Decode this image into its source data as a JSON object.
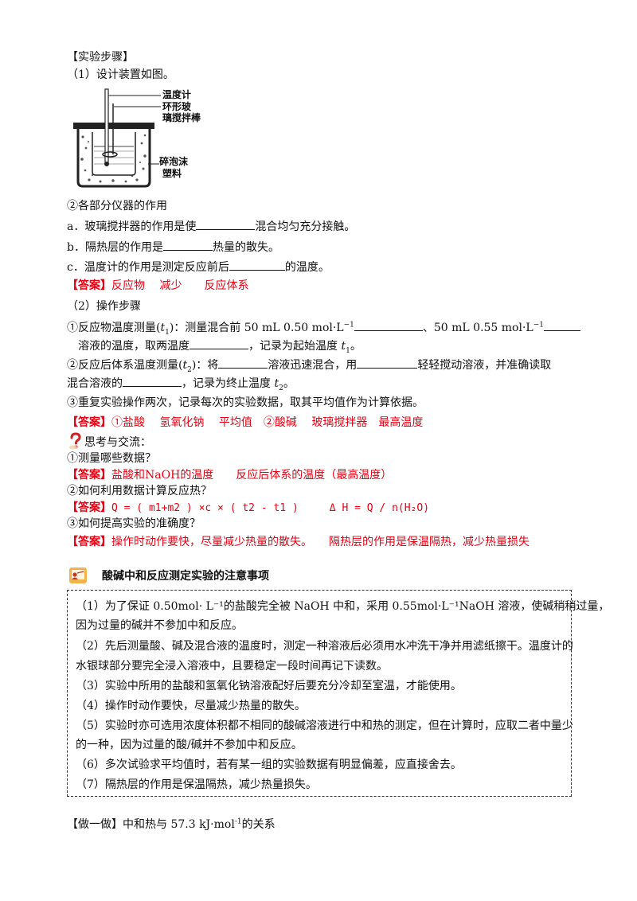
{
  "steps_header": "【实验步骤】",
  "step1_title": "（1）设计装置如图。",
  "diagram": {
    "label_thermometer": "温度计",
    "label_stirrer_1": "环形玻",
    "label_stirrer_2": "璃搅拌棒",
    "label_foam_1": "碎泡沫",
    "label_foam_2": "塑料"
  },
  "role_title": "②各部分仪器的作用",
  "role_a_pre": "a．玻璃搅拌器的作用是使",
  "role_a_post": "混合均匀充分接触。",
  "role_b_pre": "b．隔热层的作用是",
  "role_b_post": "热量的散失。",
  "role_c_pre": "c．温度计的作用是测定反应前后",
  "role_c_post": "的温度。",
  "answer1_tag": "【答案】",
  "answer1_text": "反应物　 减少　　反应体系",
  "step2_title": "（2）操作步骤",
  "op1_pre": "①反应物温度测量(",
  "op1_t": "t",
  "op1_t_sub": "1",
  "op1_mid": ")：测量混合前 50 mL 0.50 mol·L",
  "op1_sup": "−1",
  "op1_mid2": "、50 mL 0.55 mol·L",
  "op1_sup2": "−1",
  "op1_line2_pre": "溶液的温度，取两温度",
  "op1_line2_post": "，记录为起始温度 ",
  "op1_line2_t": "t",
  "op1_line2_sub": "1",
  "op1_line2_end": "。",
  "op2_pre": "②反应后体系温度测量(",
  "op2_t": "t",
  "op2_sub": "2",
  "op2_mid": ")：将",
  "op2_mid2": "溶液迅速混合，用",
  "op2_end": "轻轻搅动溶液，并准确读取",
  "op2_line2_pre": "混合溶液的",
  "op2_line2_post": "，记录为终止温度 ",
  "op2_line2_t": "t",
  "op2_line2_sub": "2",
  "op2_line2_end": "。",
  "op3": "③重复实验操作两次，记录每次的实验数据，取其平均值作为计算依据。",
  "answer2_tag": "【答案】",
  "answer2_text": "①盐酸　 氢氧化钠　 平均值　②酸碱　 玻璃搅拌器　最高温度",
  "think_icon": "question-mark-icon",
  "think_title": "思考与交流：",
  "q1": "①测量哪些数据？",
  "answer3_tag": "【答案】",
  "answer3_text": "盐酸和NaOH的温度　　反应后体系的温度（最高温度）",
  "q2": "②如何利用数据计算反应热？",
  "answer4_tag": "【答案】",
  "answer4_text": "Q = ( m1+m2 ) ×c × ( t2 - t1 )　　　Δ H = Q / n(H₂O)",
  "q3": "③如何提高实验的准确度？",
  "answer5_tag": "【答案】",
  "answer5_text": "操作时动作要快，尽量减少热量的散失。　　隔热层的作用是保温隔热，减少热量损失",
  "note_icon": "teacher-board-icon",
  "note_title": "酸碱中和反应测定实验的注意事项",
  "notes": [
    "（1）为了保证 0.50mol· L⁻¹的盐酸完全被 NaOH 中和，采用 0.55mol·L⁻¹NaOH 溶液，使碱稍稍过量，",
    "因为过量的碱并不参加中和反应。",
    "（2）先后测量酸、碱及混合液的温度时，测定一种溶液后必须用水冲洗干净并用滤纸擦干。温度计的",
    "水银球部分要完全浸入溶液中，且要稳定一段时间再记下读数。",
    "（3）实验中所用的盐酸和氢氧化钠溶液配好后要充分冷却至室温，才能使用。",
    "（4）操作时动作要快，尽量减少热量的散失。",
    "（5）实验时亦可选用浓度体积都不相同的酸碱溶液进行中和热的测定，但在计算时，应取二者中量少",
    "的一种，因为过量的酸/碱并不参加中和反应。",
    "（6）多次试验求平均值时，若有某一组的实验数据有明显偏差，应直接舍去。",
    "（7）隔热层的作用是保温隔热，减少热量损失。"
  ],
  "do_tag": "【做一做】",
  "do_text_pre": "中和热与 57.3  kJ·mol",
  "do_sup": "-1",
  "do_text_post": "的关系"
}
